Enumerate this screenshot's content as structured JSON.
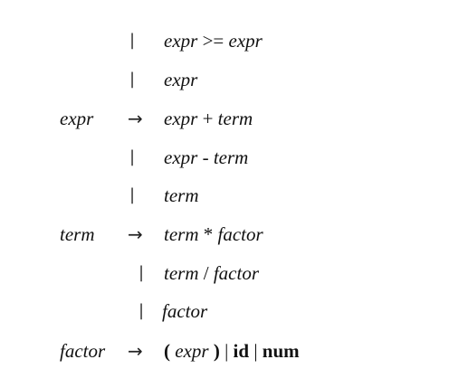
{
  "grammar": {
    "rows": [
      {
        "lhs": "",
        "op": "|",
        "rhs": [
          "expr",
          " >= ",
          "expr"
        ]
      },
      {
        "lhs": "",
        "op": "|",
        "rhs": [
          "expr"
        ]
      },
      {
        "lhs": "expr",
        "op": "→",
        "rhs": [
          "expr",
          " + ",
          "term"
        ]
      },
      {
        "lhs": "",
        "op": "|",
        "rhs": [
          "expr",
          " - ",
          "term"
        ]
      },
      {
        "lhs": "",
        "op": "|",
        "rhs": [
          "term"
        ]
      },
      {
        "lhs": "term",
        "op": "→",
        "rhs": [
          "term",
          " * ",
          "factor"
        ]
      },
      {
        "lhs": "",
        "op": "|",
        "rhs": [
          "term",
          " / ",
          "factor"
        ]
      },
      {
        "lhs": "",
        "op": "|",
        "rhs": [
          "factor"
        ]
      },
      {
        "lhs": "factor",
        "op": "→",
        "rhs": [
          "( ",
          "expr",
          " )",
          " | ",
          "id",
          " | ",
          "num"
        ]
      }
    ]
  }
}
